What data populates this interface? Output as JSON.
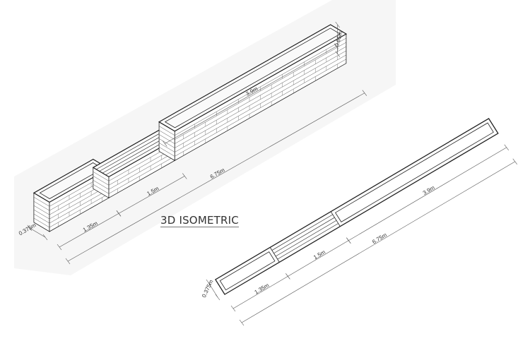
{
  "title": "3D ISOMETRIC",
  "structure": {
    "sections": [
      {
        "name": "small-planter",
        "length_m": 1.35,
        "type": "planter"
      },
      {
        "name": "bench",
        "length_m": 1.5,
        "type": "bench"
      },
      {
        "name": "large-planter",
        "length_m": 3.9,
        "type": "planter"
      }
    ],
    "total_length_m": 6.75,
    "width_m": 0.375,
    "height_m": 0.65
  },
  "isometric_view": {
    "labels": {
      "height": "0.65m",
      "large_planter": "3.9m",
      "total": "6.75m",
      "bench": "1.5m",
      "small_planter": "1.35m",
      "width": "0.375m"
    }
  },
  "plan_view": {
    "labels": {
      "large_planter": "3.9m",
      "total": "6.75m",
      "bench": "1.5m",
      "small_planter": "1.35m",
      "width": "0.375m"
    }
  },
  "colors": {
    "line": "#222222",
    "dim_line": "#555555",
    "shade": "#f4f4f4"
  }
}
